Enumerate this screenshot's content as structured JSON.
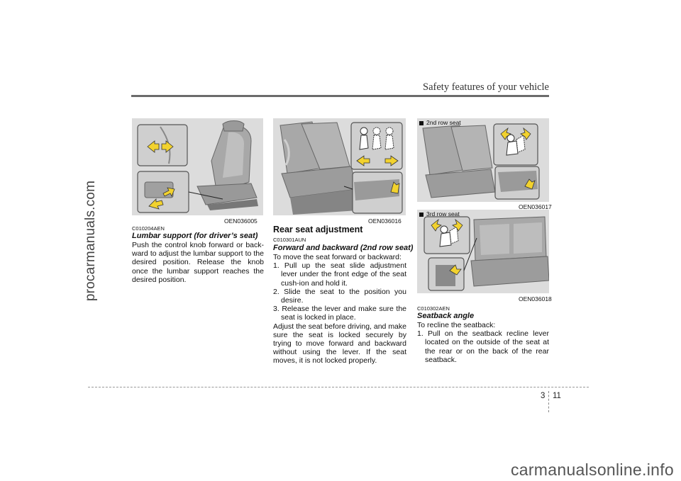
{
  "watermark_side": "procarmanuals.com",
  "watermark_bottom": "carmanualsonline.info",
  "header": {
    "title": "Safety features of your vehicle"
  },
  "footer": {
    "section": "3",
    "page": "11"
  },
  "col1": {
    "figure_code": "OEN036005",
    "ref_code": "C010204AEN",
    "subheading": "Lumbar support (for driver’s seat)",
    "paragraph": "Push the control knob forward or back-ward to adjust the lumbar support to the desired position. Release the knob once the lumbar support reaches the desired position."
  },
  "col2": {
    "figure_code": "OEN036016",
    "heading": "Rear seat adjustment",
    "ref_code": "C010301AUN",
    "subheading": "Forward and backward (2nd row seat)",
    "intro": "To move the seat forward or backward:",
    "steps": [
      "1. Pull up the seat slide adjustment lever under the front edge of the seat cush-ion and hold it.",
      "2. Slide the seat to the position you desire.",
      "3. Release the lever and make sure the seat is locked in place."
    ],
    "paragraph": "Adjust the seat before driving, and make sure the seat is locked securely by trying to move forward and backward without using the lever. If the seat moves, it is not locked properly."
  },
  "col3": {
    "fig1_label": "2nd row seat",
    "fig1_code": "OEN036017",
    "fig2_label": "3rd row seat",
    "fig2_code": "OEN036018",
    "ref_code": "C010302AEN",
    "subheading": "Seatback angle",
    "intro": "To recline the seatback:",
    "steps": [
      "1. Pull on the seatback recline lever located on the outside of the seat at the rear or on the back of the rear seatback."
    ]
  },
  "colors": {
    "arrow": "#f2d22e",
    "figure_bg": "#dcdcdc",
    "seat": "#a9a9a9"
  }
}
